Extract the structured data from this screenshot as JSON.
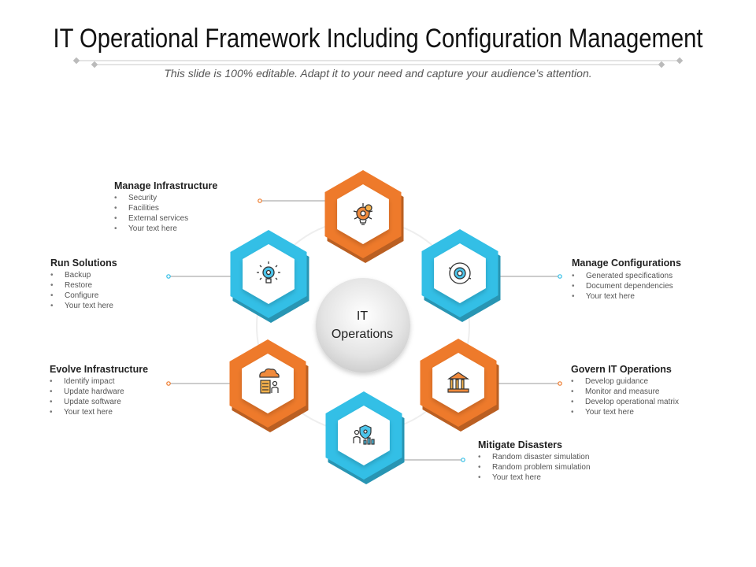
{
  "title": "IT Operational Framework Including Configuration Management",
  "subtitle": "This slide is 100% editable. Adapt it to your need and capture your audience’s attention.",
  "center": {
    "line1": "IT",
    "line2": "Operations"
  },
  "colors": {
    "orange": "#EE7A2B",
    "blue": "#33BFE6",
    "center_gray": "#D4D4D4"
  },
  "nodes": [
    {
      "name": "Manage Infrastructure",
      "icon": "gear-lightbulb-icon",
      "color": "orange",
      "items": [
        "Security",
        "Facilities",
        "External services",
        "Your text here"
      ]
    },
    {
      "name": "Manage Configurations",
      "icon": "gear-cycle-icon",
      "color": "blue",
      "items": [
        "Generated specifications",
        "Document dependencies",
        "Your text here"
      ]
    },
    {
      "name": "Govern IT Operations",
      "icon": "bank-building-icon",
      "color": "orange",
      "items": [
        "Develop guidance",
        "Monitor and measure",
        "Develop operational matrix",
        "Your text here"
      ]
    },
    {
      "name": "Mitigate Disasters",
      "icon": "person-shield-chart-icon",
      "color": "blue",
      "items": [
        "Random disaster simulation",
        "Random problem simulation",
        "Your text here"
      ]
    },
    {
      "name": "Evolve Infrastructure",
      "icon": "cloud-server-person-icon",
      "color": "orange",
      "items": [
        "Identify impact",
        "Update hardware",
        "Update software",
        "Your text here"
      ]
    },
    {
      "name": "Run Solutions",
      "icon": "cog-lightbulb-icon",
      "color": "blue",
      "items": [
        "Backup",
        "Restore",
        "Configure",
        "Your text here"
      ]
    }
  ]
}
